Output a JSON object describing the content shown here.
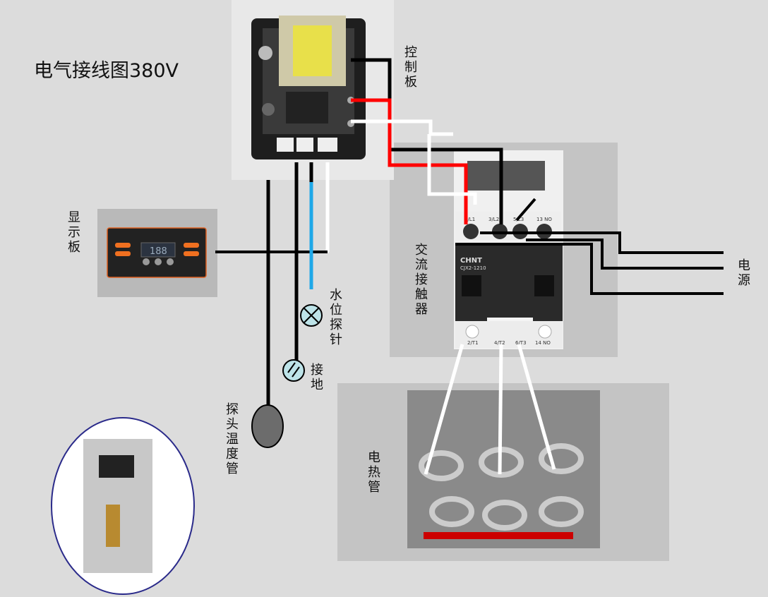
{
  "title": "电气接线图380V",
  "labels": {
    "control_board": "控制板",
    "display_board": "显示板",
    "contactor": "交流接触器",
    "power": "电源",
    "water_probe": "水位探针",
    "ground": "接地",
    "temp_probe": "探头温度管",
    "heater": "电热管"
  },
  "contactor": {
    "brand": "CHNT",
    "model": "CJX2-1210",
    "top_terminals": [
      "1/L1",
      "3/L2",
      "5/L3",
      "13 NO"
    ],
    "bottom_terminals": [
      "2/T1",
      "4/T2",
      "6/T3",
      "14 NO"
    ]
  },
  "display": {
    "readout": "188"
  },
  "colors": {
    "background": "#dcdcdc",
    "panel": "#c4c4c4",
    "wire_red": "#ff0000",
    "wire_blue": "#1fa8e8",
    "heater_bar": "#cc0000",
    "oval_border": "#2a2a8a"
  }
}
